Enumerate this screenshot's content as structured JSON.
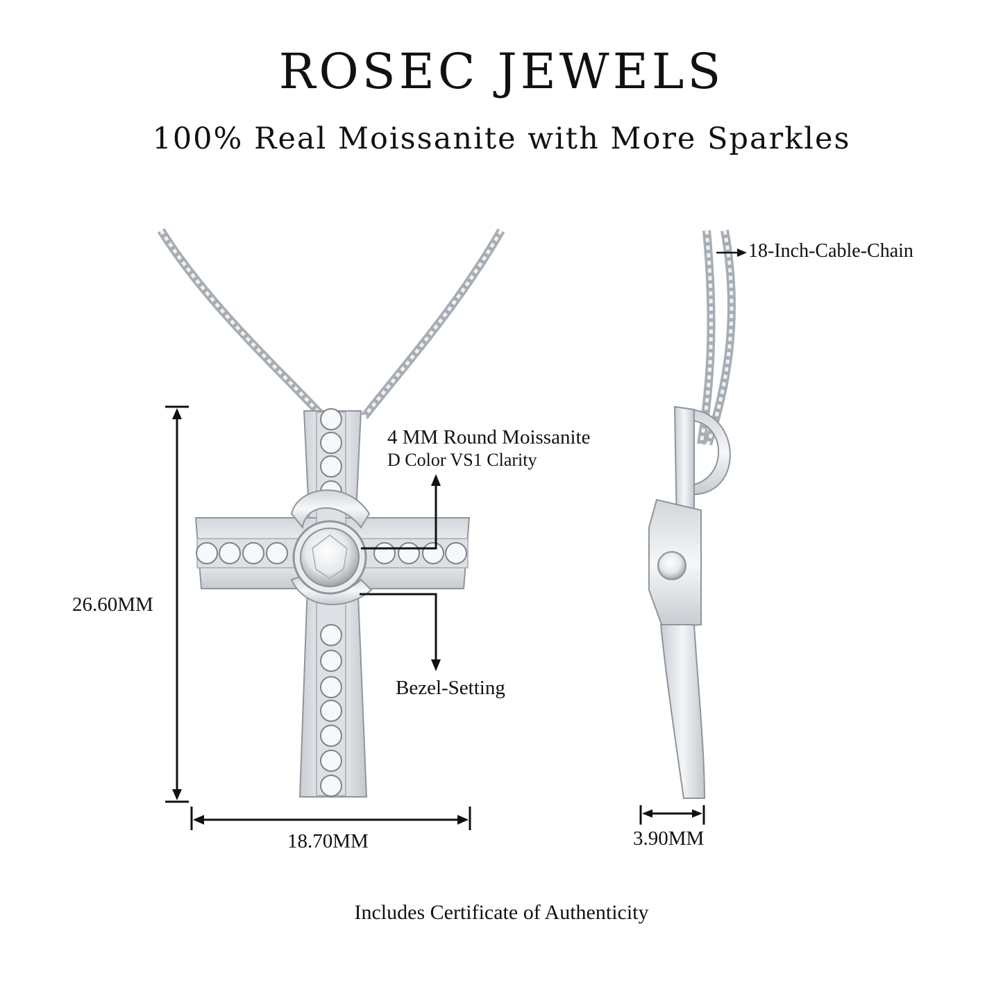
{
  "brand": "ROSEC JEWELS",
  "tagline": "100% Real Moissanite with More Sparkles",
  "labels": {
    "stone_size": "4 MM Round Moissanite",
    "stone_grade": "D Color VS1 Clarity",
    "setting": "Bezel-Setting",
    "chain": "18-Inch-Cable-Chain",
    "height": "26.60MM",
    "width": "18.70MM",
    "depth": "3.90MM"
  },
  "footer": "Includes Certificate of Authenticity",
  "colors": {
    "metal": "#e9ecef",
    "metal_shade": "#b9bec4",
    "outline": "#8f959b",
    "ink": "#111111"
  }
}
